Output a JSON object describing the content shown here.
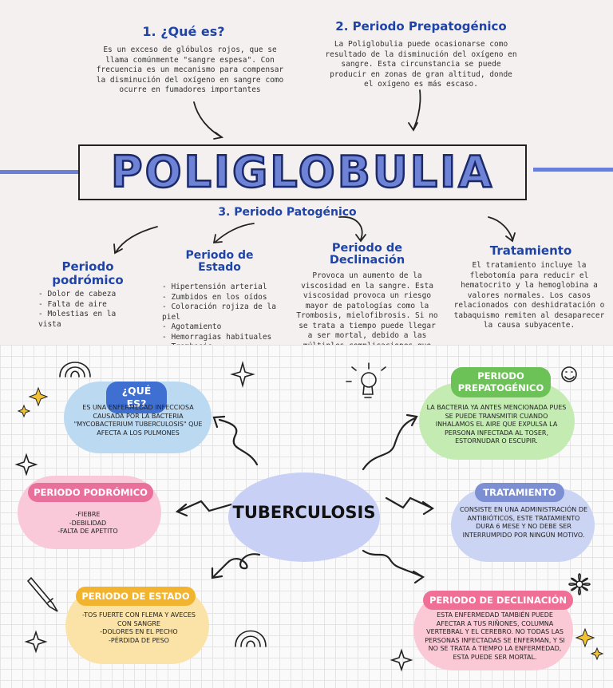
{
  "top": {
    "que_es": {
      "title": "1. ¿Qué es?",
      "text": "Es un exceso de glóbulos rojos, que se llama comúnmente \"sangre espesa\". Con frecuencia es un mecanismo para compensar la disminución del oxígeno en sangre como ocurre en fumadores importantes"
    },
    "prepatogenico": {
      "title": "2. Periodo Prepatogénico",
      "text": "La Poliglobulia puede ocasionarse como resultado de la disminución del oxígeno en sangre. Esta circunstancia se puede producir en zonas de gran altitud, donde el oxígeno es más escaso."
    },
    "main_title": "POLIGLOBULIA",
    "patogenico": {
      "title": "3. Periodo Patogénico"
    },
    "prodromico": {
      "title_l1": "Periodo",
      "title_l2": "podrómico",
      "items": [
        "Dolor de cabeza",
        "Falta de aire",
        "Molestias en la vista"
      ]
    },
    "estado": {
      "title_l1": "Periodo de",
      "title_l2": "Estado",
      "items": [
        "Hipertensión arterial",
        "Zumbidos en los oídos",
        "Coloración rojiza de la piel",
        "Agotamiento",
        "Hemorragias habituales",
        "Trombosis"
      ]
    },
    "declinacion": {
      "title_l1": "Periodo de",
      "title_l2": "Declinación",
      "text": "Provoca un aumento de la viscosidad en la sangre. Esta viscosidad provoca un riesgo mayor de patologías como la Trombosis, mielofibrosis. Si no se trata a tiempo puede llegar a ser mortal, debido a las múltiples complicaciones que puede derivar."
    },
    "tratamiento": {
      "title": "Tratamiento",
      "text": "El tratamiento incluye la flebotomía para reducir el hematocrito y la hemoglobina a valores normales. Los casos relacionados con deshidratación o tabaquismo remiten al desaparecer la causa subyacente."
    }
  },
  "bottom": {
    "center": "TUBERCULOSIS",
    "que_es": {
      "title": "¿QUÉ ES?",
      "text": "Es una enfermedad infecciosa causada por la bacteria \"Mycobacterium tuberculosis\" que afecta a los pulmones",
      "color": "#3f6fd0",
      "bg": "#bcd9f2"
    },
    "prepatogenico": {
      "title_l1": "PERIODO",
      "title_l2": "PREPATOGÉNICO",
      "text": "La bacteria ya antes mencionada pues se puede transmitir cuando inhalamos el aire que expulsa la persona infectada al toser, estornudar o escupir.",
      "color": "#6cc257",
      "bg": "#c4ecb2"
    },
    "prodromico": {
      "title": "PERIODO PODRÓMICO",
      "items": [
        "-Fiebre",
        "-Debilidad",
        "-Falta de apetito"
      ],
      "color": "#e9709a",
      "bg": "#f9c9da"
    },
    "tratamiento": {
      "title": "TRATAMIENTO",
      "text": "Consiste en una administración de antibióticos, este tratamiento dura 6 mese y no debe ser interrumpido por ningún motivo.",
      "color": "#7b8fd2",
      "bg": "#ccd4f3"
    },
    "estado": {
      "title": "PERIODO DE ESTADO",
      "items": [
        "-Tos fuerte con flema y aveces con sangre",
        "-Dolores en el pecho",
        "-Pérdida de peso"
      ],
      "color": "#f2b42e",
      "bg": "#fbe3a8"
    },
    "declinacion": {
      "title": "PERIODO DE DECLINACIÓN",
      "text": "Esta enfermedad también puede afectar a tus riñones, columna vertebral y el cerebro. No todas las personas infectadas se enferman, y si no se trata a tiempo la enfermedad, esta puede ser mortal.",
      "color": "#ef6f96",
      "bg": "#fbc8d6"
    }
  }
}
